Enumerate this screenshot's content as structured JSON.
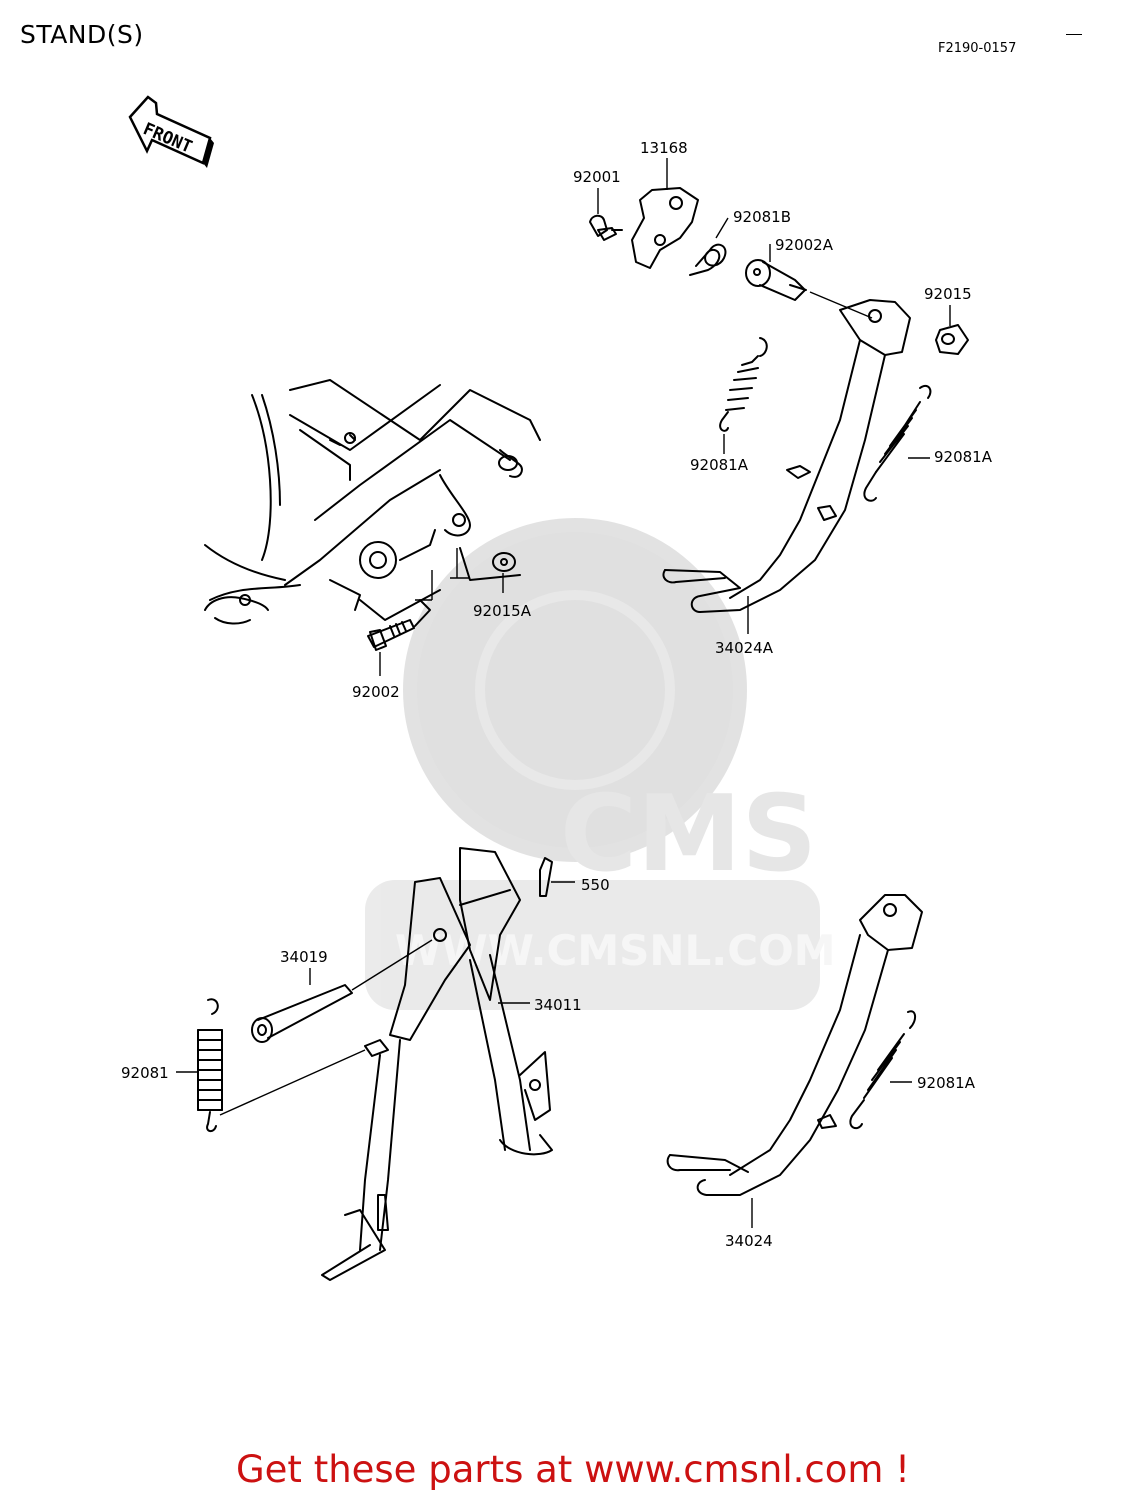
{
  "title": "STAND(S)",
  "figure_code": "F2190-0157",
  "front_label": "FRONT",
  "watermark": "WWW.CMSNL.COM",
  "watermark_brand": "CMS",
  "part_labels": {
    "p13168": "13168",
    "p92001": "92001",
    "p92081B": "92081B",
    "p92002A": "92002A",
    "p92015": "92015",
    "p92081A_left": "92081A",
    "p92081A_right": "92081A",
    "p34024A": "34024A",
    "p92015A": "92015A",
    "p92002": "92002",
    "p550": "550",
    "p34019": "34019",
    "p34011": "34011",
    "p92081": "92081",
    "p92081A_lower": "92081A",
    "p34024": "34024"
  },
  "footer_text": "Get these parts at www.cmsnl.com !"
}
